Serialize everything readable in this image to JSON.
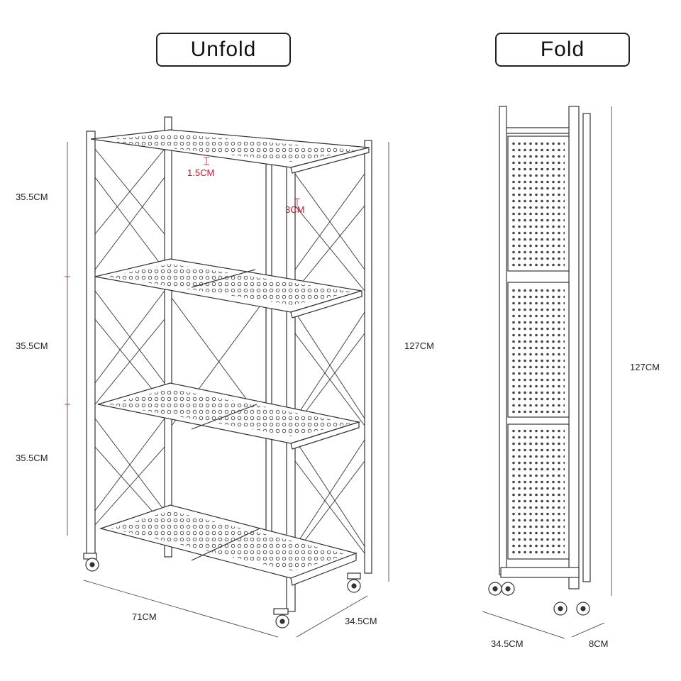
{
  "labels": {
    "unfold": "Unfold",
    "fold": "Fold"
  },
  "unfold_dimensions": {
    "tier1_height": "35.5CM",
    "tier2_height": "35.5CM",
    "tier3_height": "35.5CM",
    "shelf_lip": "1.5CM",
    "rail_gap": "3CM",
    "total_height": "127CM",
    "width": "71CM",
    "depth": "34.5CM"
  },
  "fold_dimensions": {
    "total_height": "127CM",
    "depth": "34.5CM",
    "thickness": "8CM"
  },
  "colors": {
    "line": "#333333",
    "accent": "#c8102e",
    "background": "#ffffff"
  }
}
